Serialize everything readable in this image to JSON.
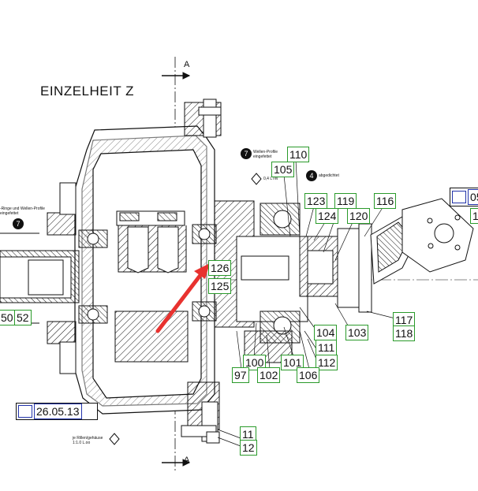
{
  "drawing": {
    "title": "EINZELHEIT  Z",
    "section_top": "A",
    "section_bottom": "A",
    "date": "26.05.13",
    "revision_partial": "05"
  },
  "notes": {
    "left_ring_note": "-Ringe und Wellen-Profile\neingefettet",
    "right_shaft_note": "Wellen-Profile\neingefettet",
    "roughness_top": "0,4 LTW",
    "bonded_note": "abgedichtet",
    "bottom_note": "je Rillen/gehäuse\n1:1.0 L.oo"
  },
  "bubbles": {
    "left": "7",
    "right": "7",
    "four": "4"
  },
  "part_tags": [
    {
      "id": "t110",
      "label": "110"
    },
    {
      "id": "t105",
      "label": "105"
    },
    {
      "id": "t123",
      "label": "123"
    },
    {
      "id": "t119",
      "label": "119"
    },
    {
      "id": "t116",
      "label": "116"
    },
    {
      "id": "t124",
      "label": "124"
    },
    {
      "id": "t120",
      "label": "120"
    },
    {
      "id": "t126",
      "label": "126"
    },
    {
      "id": "t125",
      "label": "125"
    },
    {
      "id": "t104",
      "label": "104"
    },
    {
      "id": "t103",
      "label": "103"
    },
    {
      "id": "t117",
      "label": "117"
    },
    {
      "id": "t118",
      "label": "118"
    },
    {
      "id": "t111",
      "label": "111"
    },
    {
      "id": "t112",
      "label": "112"
    },
    {
      "id": "t100",
      "label": "100"
    },
    {
      "id": "t101",
      "label": "101"
    },
    {
      "id": "t97",
      "label": "97"
    },
    {
      "id": "t102",
      "label": "102"
    },
    {
      "id": "t106",
      "label": "106"
    },
    {
      "id": "t11",
      "label": "11"
    },
    {
      "id": "t12",
      "label": "12"
    },
    {
      "id": "t50",
      "label": "50"
    },
    {
      "id": "t52",
      "label": "52"
    },
    {
      "id": "t1",
      "label": "1"
    }
  ],
  "colors": {
    "line": "#111111",
    "tag_border": "#2a9a2a",
    "date_border": "#2233aa",
    "arrow": "#e8322f"
  }
}
